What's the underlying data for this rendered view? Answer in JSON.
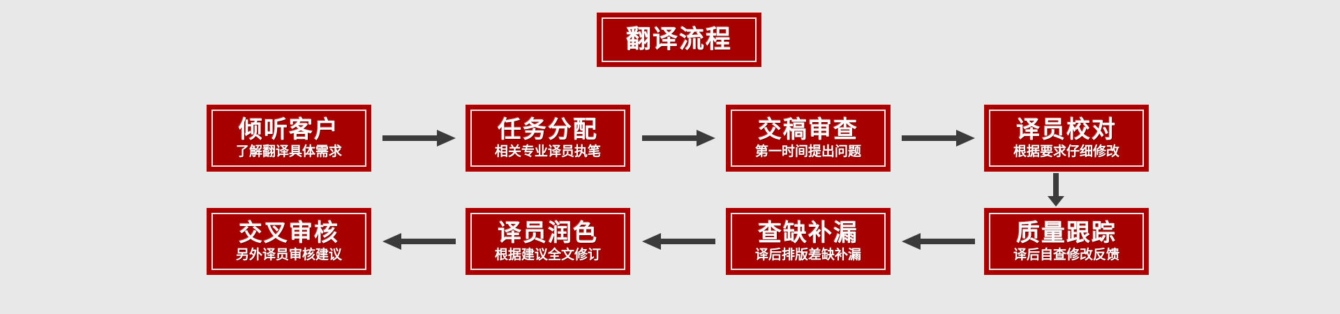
{
  "theme": {
    "background": "#e8e8e8",
    "box_fill": "#a70000",
    "box_border": "#b00000",
    "box_inner_border": "#f3e6e6",
    "text_color": "#ffffff",
    "arrow_color": "#3b3b3b"
  },
  "header": {
    "title": "翻译流程"
  },
  "flow": {
    "row1": [
      {
        "title": "倾听客户",
        "sub": "了解翻译具体需求"
      },
      {
        "title": "任务分配",
        "sub": "相关专业译员执笔"
      },
      {
        "title": "交稿审查",
        "sub": "第一时间提出问题"
      },
      {
        "title": "译员校对",
        "sub": "根据要求仔细修改"
      }
    ],
    "row2": [
      {
        "title": "交叉审核",
        "sub": "另外译员审核建议"
      },
      {
        "title": "译员润色",
        "sub": "根据建议全文修订"
      },
      {
        "title": "查缺补漏",
        "sub": "译后排版差缺补漏"
      },
      {
        "title": "质量跟踪",
        "sub": "译后自查修改反馈"
      }
    ]
  },
  "connectors": [
    {
      "name": "arrow-right-1",
      "direction": "right"
    },
    {
      "name": "arrow-right-2",
      "direction": "right"
    },
    {
      "name": "arrow-right-3",
      "direction": "right"
    },
    {
      "name": "arrow-down-1",
      "direction": "down"
    },
    {
      "name": "arrow-left-1",
      "direction": "left"
    },
    {
      "name": "arrow-left-2",
      "direction": "left"
    },
    {
      "name": "arrow-left-3",
      "direction": "left"
    }
  ]
}
